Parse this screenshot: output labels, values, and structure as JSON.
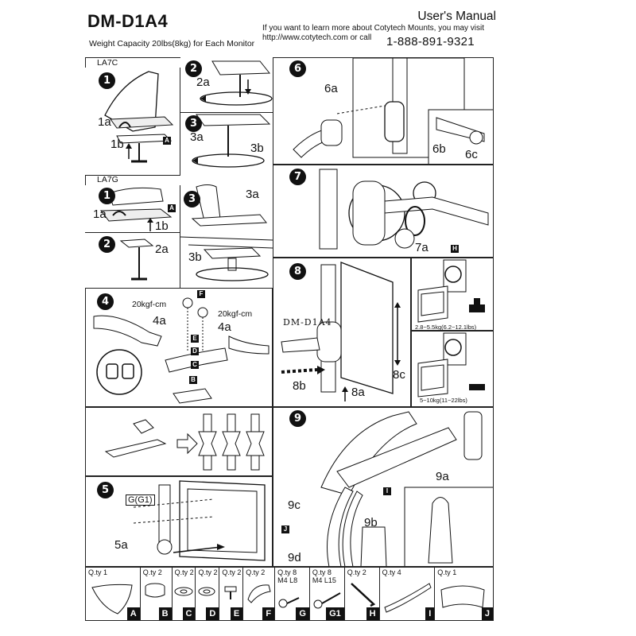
{
  "header": {
    "model": "DM-D1A4",
    "capacity": "Weight Capacity 20lbs(8kg) for Each Monitor",
    "manual": "User's Manual",
    "contact_line1": "If you want to learn more about Cotytech Mounts, you may visit",
    "contact_line2": "http://www.cotytech.com or call",
    "phone": "1-888-891-9321"
  },
  "sections": {
    "la7c": "LA7C",
    "la7g": "LA7G"
  },
  "steps": {
    "s1": "1",
    "s2": "2",
    "s3": "3",
    "s4": "4",
    "s5": "5",
    "s6": "6",
    "s7": "7",
    "s8": "8",
    "s9": "9"
  },
  "labels": {
    "la7c_1a": "1a",
    "la7c_1b": "1b",
    "la7c_2a": "2a",
    "la7c_3a": "3a",
    "la7c_3b": "3b",
    "la7g_1a": "1a",
    "la7g_1b": "1b",
    "la7g_3a": "3a",
    "la7g_2a": "2a",
    "la7g_3b": "3b",
    "torque_left": "20kgf-cm",
    "torque_right": "20kgf-cm",
    "s4_4a_left": "4a",
    "s4_4a_right": "4a",
    "s5_g": "G(G1)",
    "s5_5a": "5a",
    "s6_6a": "6a",
    "s6_6b": "6b",
    "s6_6c": "6c",
    "s7_7a": "7a",
    "s8_model": "DM-D1A4",
    "s8_8a": "8a",
    "s8_8b": "8b",
    "s8_8c": "8c",
    "weight_light": "2.8~5.5kg(6.2~12.1lbs)",
    "weight_heavy": "5~10kg(11~22lbs)",
    "s9_9a": "9a",
    "s9_9b": "9b",
    "s9_9c": "9c",
    "s9_9d": "9d"
  },
  "callouts": {
    "A": "A",
    "B": "B",
    "C": "C",
    "D": "D",
    "E": "E",
    "F": "F",
    "H": "H",
    "I": "I",
    "J": "J"
  },
  "parts": [
    {
      "qty": "Q.ty 1",
      "spec": "",
      "letter": "A"
    },
    {
      "qty": "Q.ty 2",
      "spec": "",
      "letter": "B"
    },
    {
      "qty": "Q.ty 2",
      "spec": "",
      "letter": "C"
    },
    {
      "qty": "Q.ty 2",
      "spec": "",
      "letter": "D"
    },
    {
      "qty": "Q.ty 2",
      "spec": "",
      "letter": "E"
    },
    {
      "qty": "Q.ty 2",
      "spec": "",
      "letter": "F"
    },
    {
      "qty": "Q.ty 8",
      "spec": "M4 L8",
      "letter": "G"
    },
    {
      "qty": "Q.ty 8",
      "spec": "M4 L15",
      "letter": "G1"
    },
    {
      "qty": "Q.ty 2",
      "spec": "",
      "letter": "H"
    },
    {
      "qty": "Q.ty 4",
      "spec": "",
      "letter": "I"
    },
    {
      "qty": "Q.ty 1",
      "spec": "",
      "letter": "J"
    }
  ]
}
